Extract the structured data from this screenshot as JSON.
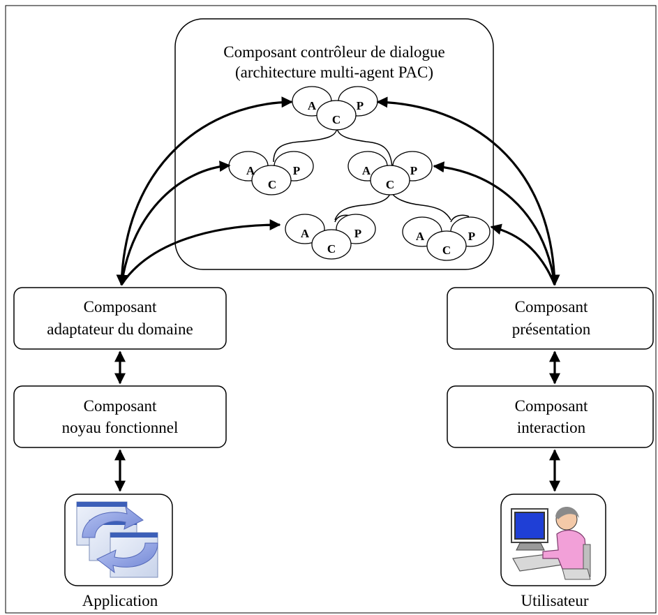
{
  "controller": {
    "title_line1": "Composant contrôleur de dialogue",
    "title_line2": "(architecture multi-agent PAC)"
  },
  "agent_letters": {
    "a": "A",
    "c": "C",
    "p": "P"
  },
  "components": {
    "domain_adapter": {
      "line1": "Composant",
      "line2": "adaptateur du domaine"
    },
    "functional_core": {
      "line1": "Composant",
      "line2": "noyau fonctionnel"
    },
    "presentation": {
      "line1": "Composant",
      "line2": "présentation"
    },
    "interaction": {
      "line1": "Composant",
      "line2": "interaction"
    }
  },
  "endpoints": {
    "application": {
      "label": "Application",
      "icon": "application-cycle-icon"
    },
    "user": {
      "label": "Utilisateur",
      "icon": "user-at-computer-icon"
    }
  },
  "colors": {
    "line": "#000000",
    "arrow_blue": "#8a9de0",
    "screen_blue": "#1f3fd6",
    "user_pink": "#f2a0d8"
  }
}
